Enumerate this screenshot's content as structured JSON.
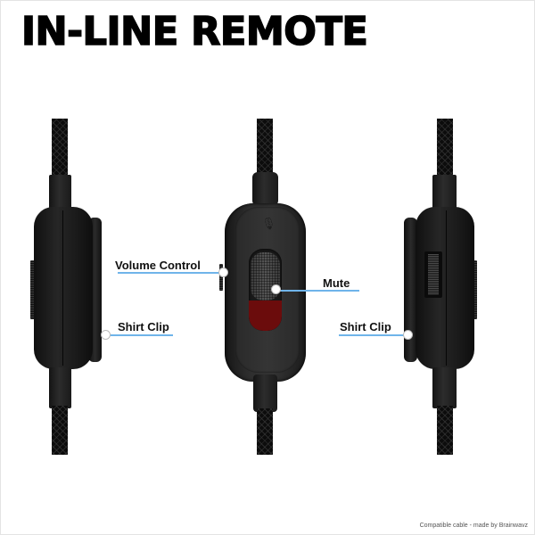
{
  "title": "IN-LINE REMOTE",
  "credit": "Compatible cable - made by Brainwavz",
  "colors": {
    "leader_line": "#6fb4ea",
    "mute_red": "#6b0c0c",
    "title": "#000000"
  },
  "views": [
    {
      "id": "left-side-view",
      "description": "Remote side profile with shirt clip and volume wheel edge"
    },
    {
      "id": "front-view",
      "description": "Remote front with mute slider and microphone icon"
    },
    {
      "id": "right-side-view",
      "description": "Remote side profile with volume wheel and shirt clip"
    }
  ],
  "callouts": {
    "volume_control": "Volume Control",
    "mute": "Mute",
    "shirt_clip_left": "Shirt Clip",
    "shirt_clip_right": "Shirt Clip"
  },
  "icons": {
    "mic": "🎙"
  }
}
